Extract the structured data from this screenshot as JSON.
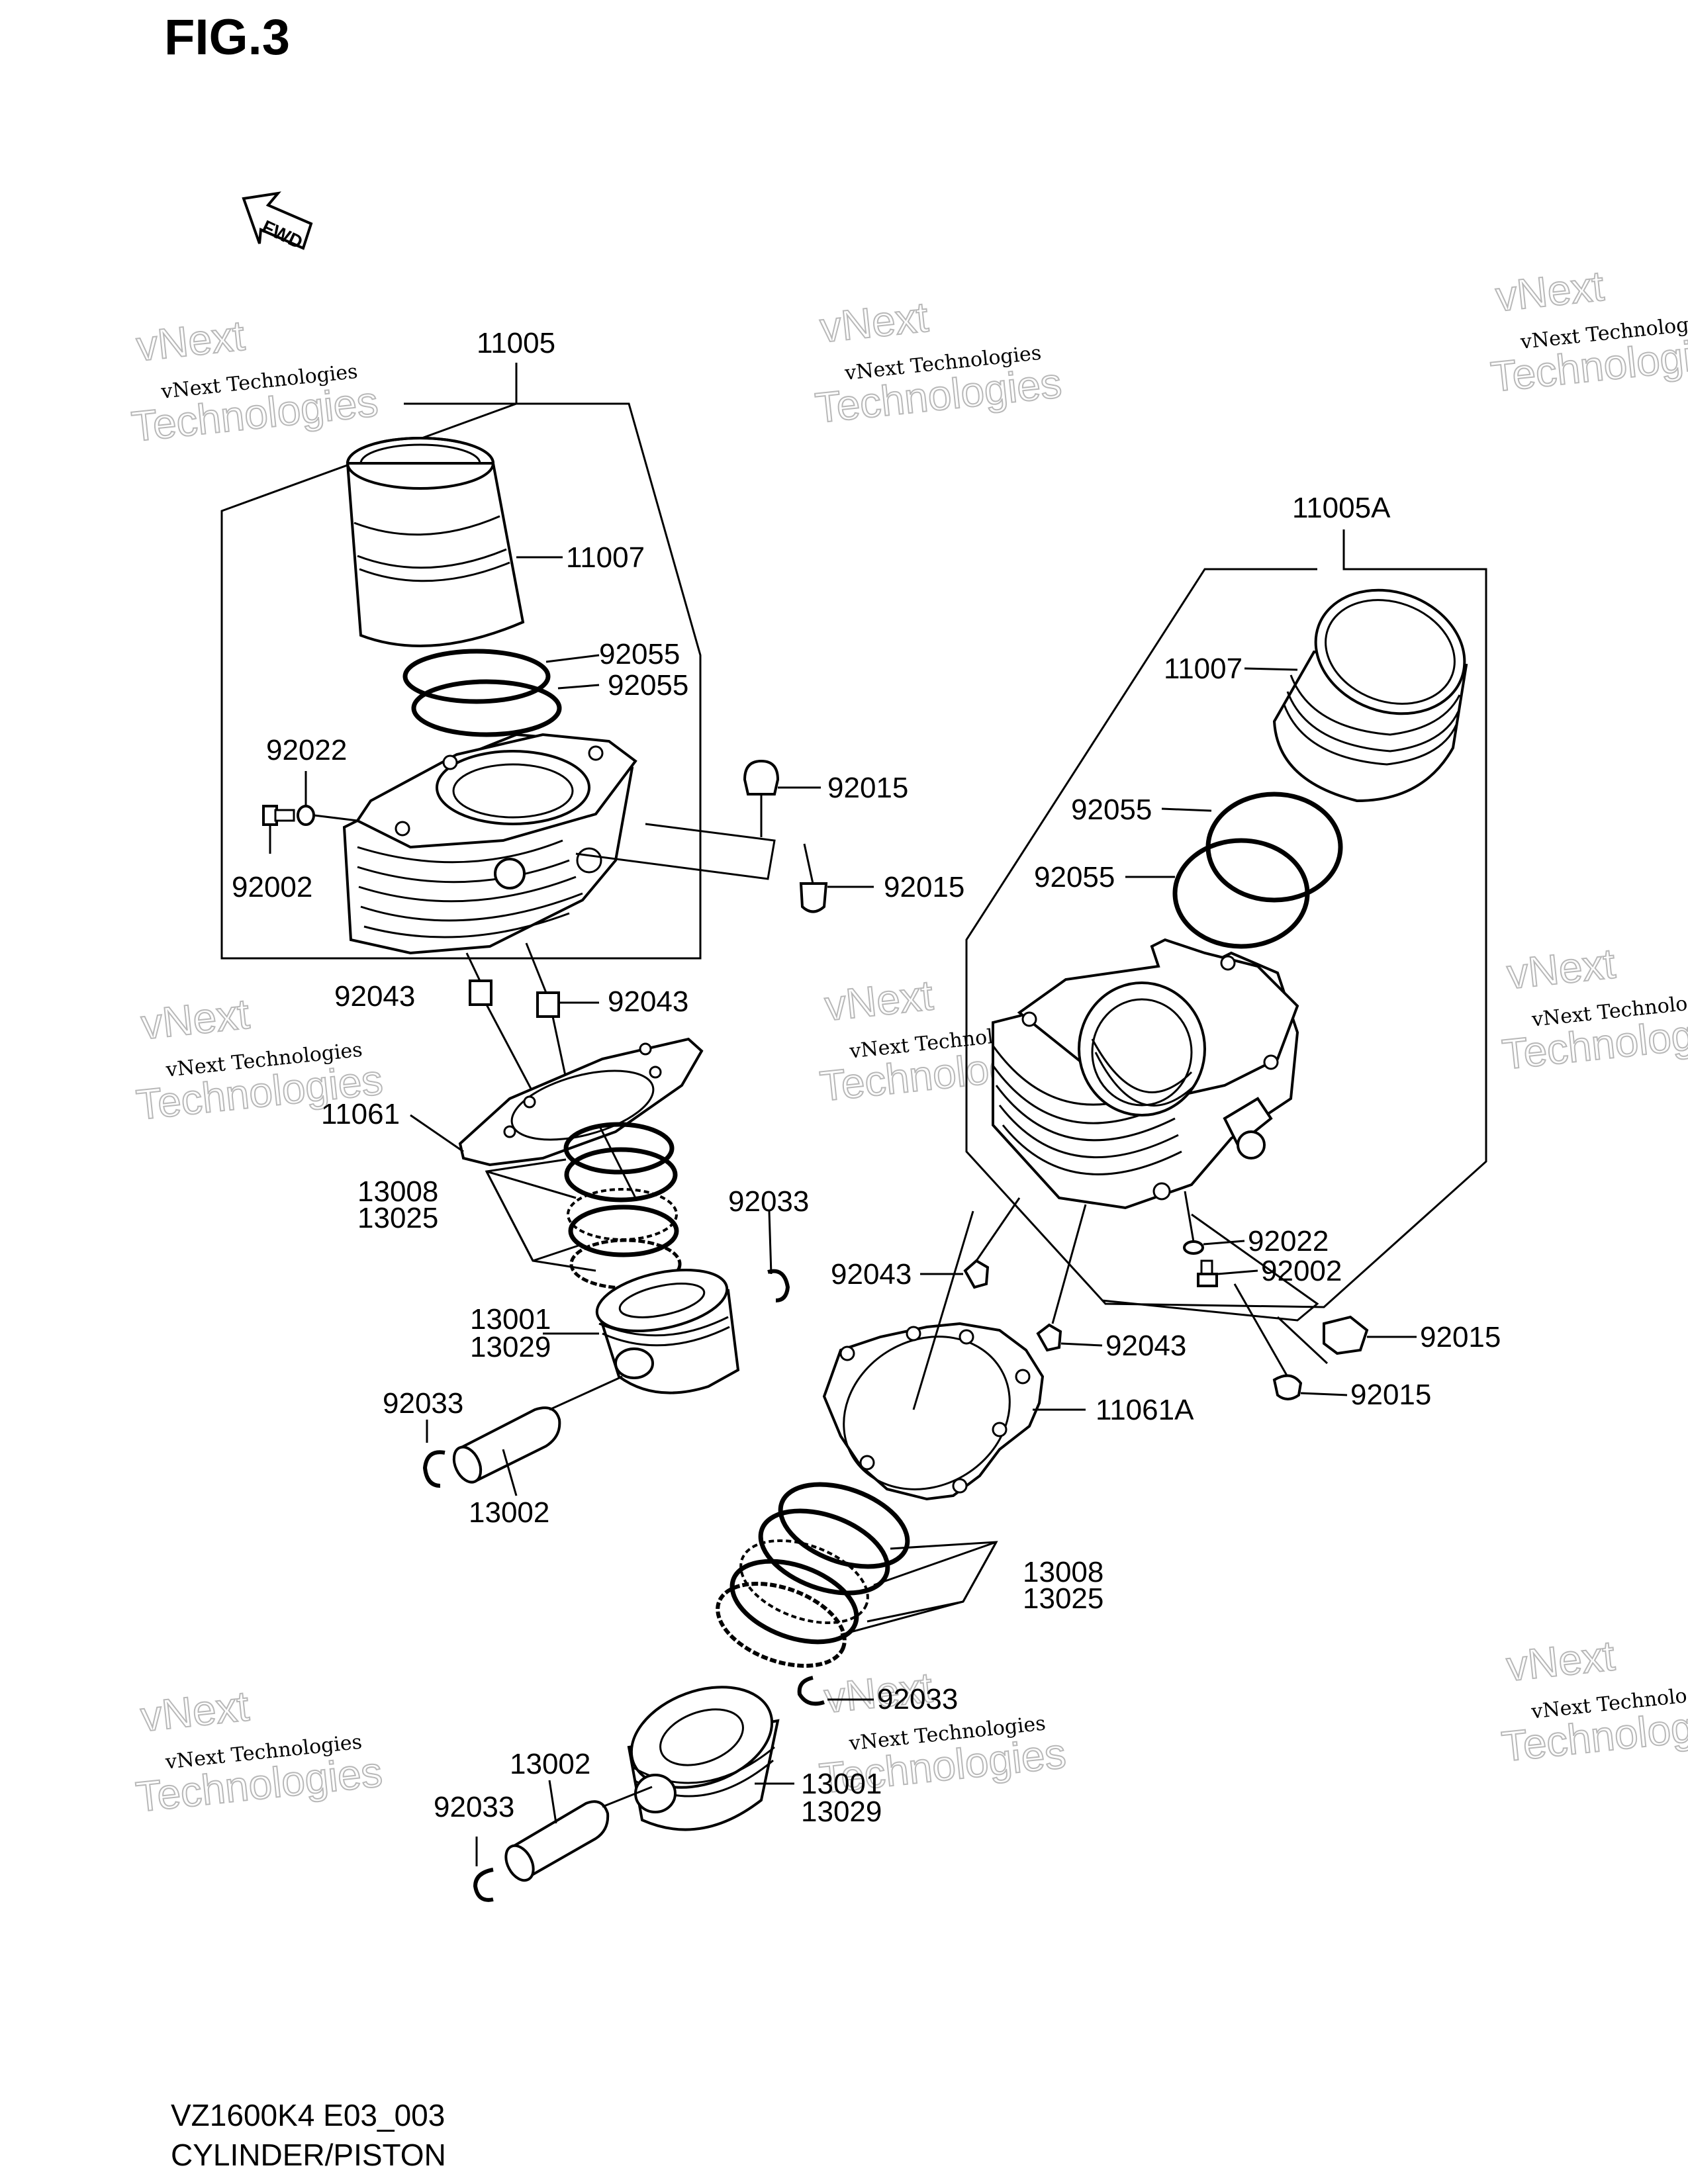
{
  "figure": {
    "title": "FIG.3",
    "fwd_label": "FWD",
    "model_code": "VZ1600K4 E03_003",
    "section_name": "CYLINDER/PISTON"
  },
  "watermark": {
    "line1": "vNext Technologies",
    "line2": "vNext",
    "line3": "Technologies"
  },
  "labels": {
    "l_11005": "11005",
    "l_11007": "11007",
    "l_92055_a": "92055",
    "l_92055_b": "92055",
    "l_92022": "92022",
    "l_92002": "92002",
    "l_92015_a": "92015",
    "l_92015_b": "92015",
    "l_92043_a": "92043",
    "l_92043_b": "92043",
    "l_11061": "11061",
    "l_13008": "13008",
    "l_13025": "13025",
    "l_92033_a": "92033",
    "l_13001": "13001",
    "l_13029": "13029",
    "l_92033_b": "92033",
    "l_13002": "13002",
    "r_11005A": "11005A",
    "r_11007": "11007",
    "r_92055_a": "92055",
    "r_92055_b": "92055",
    "r_92022": "92022",
    "r_92002": "92002",
    "r_92043_a": "92043",
    "r_92043_b": "92043",
    "r_92015_a": "92015",
    "r_92015_b": "92015",
    "r_11061A": "11061A",
    "r_13008": "13008",
    "r_13025": "13025",
    "r_92033_a": "92033",
    "r_13002": "13002",
    "r_13001": "13001",
    "r_13029": "13029",
    "r_92033_b": "92033"
  },
  "colors": {
    "ink": "#000000",
    "paper": "#ffffff",
    "watermark_outline": "#b8b8b8"
  }
}
